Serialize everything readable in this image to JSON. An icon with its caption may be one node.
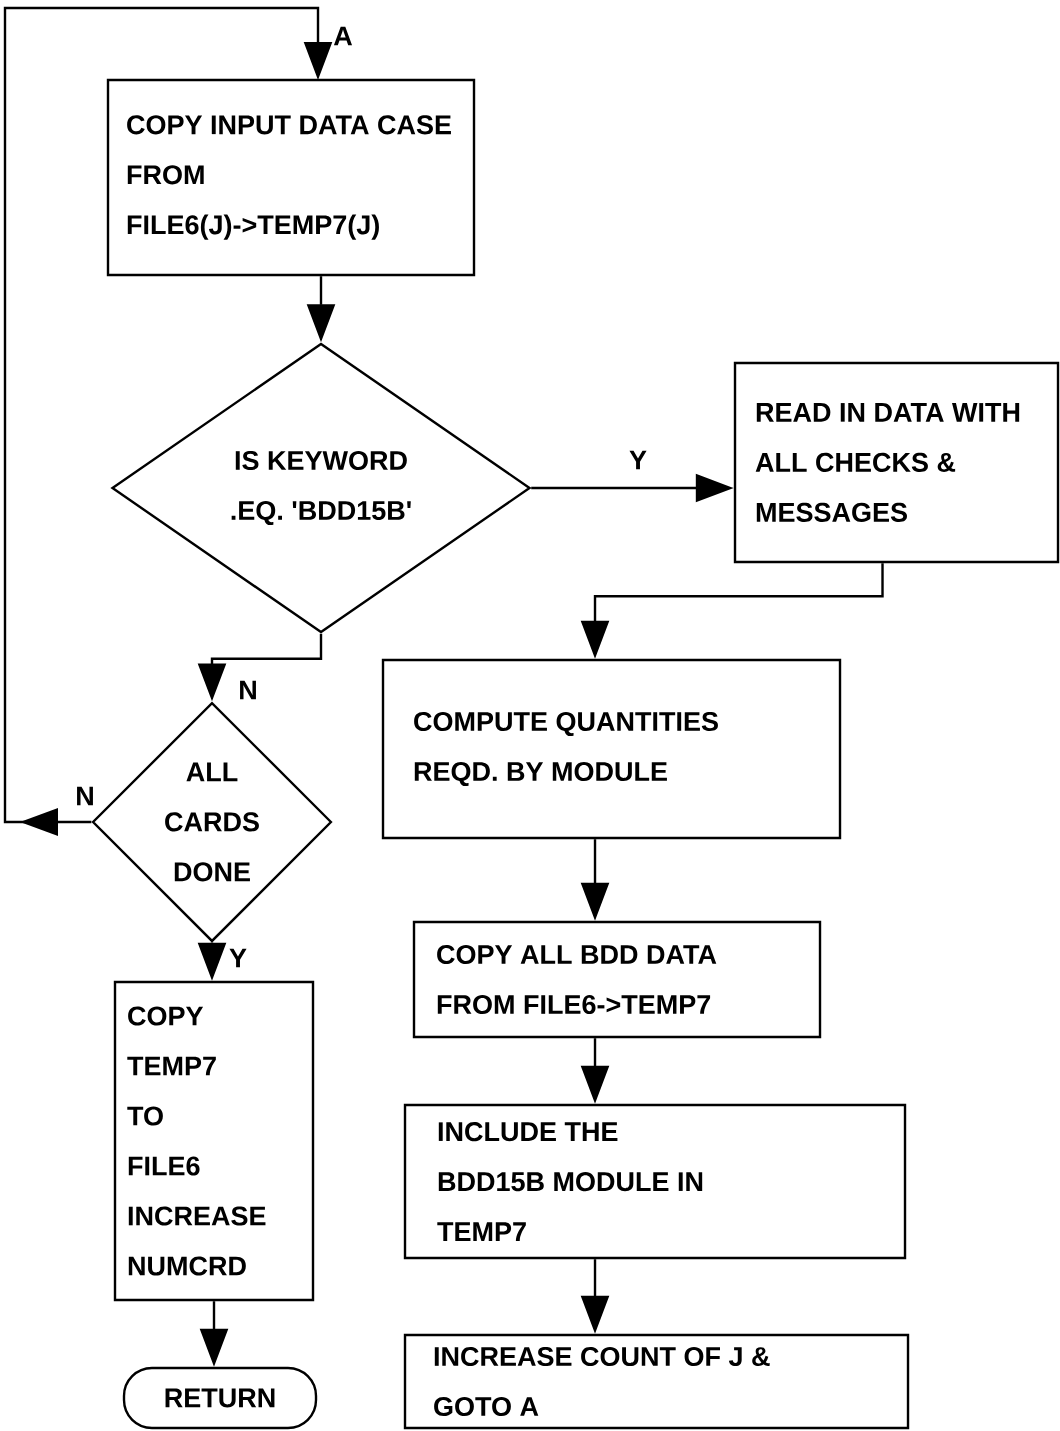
{
  "diagram": {
    "nodes": [
      {
        "text": [
          "COPY INPUT DATA CASE FROM FILE6(J)->TEMP7(J)"
        ]
      },
      {
        "text": [
          "IS KEYWORD .EQ. 'BDD15B'"
        ]
      },
      {
        "text": [
          "READ IN DATA WITH ALL CHECKS & MESSAGES"
        ]
      },
      {
        "text": [
          "COMPUTE QUANTITIES REQD. BY MODULE"
        ]
      },
      {
        "text": [
          "ALL CARDS DONE"
        ]
      },
      {
        "text": [
          "COPY TEMP7 TO FILE6 INCREASE NUMCRD"
        ]
      },
      {
        "text": [
          "COPY ALL BDD DATA FROM FILE6->TEMP7"
        ]
      },
      {
        "text": [
          "INCLUDE THE BDD15B MODULE IN TEMP7"
        ]
      },
      {
        "text": [
          "RETURN"
        ]
      },
      {
        "text": [
          "INCREASE COUNT OF J & GOTO A"
        ]
      }
    ],
    "edges": [
      {
        "from": 0,
        "to": 1,
        "arrow": "to"
      },
      {
        "from": 1,
        "to": 2,
        "arrow": "to",
        "label": "Y"
      },
      {
        "from": 1,
        "to": 4,
        "arrow": "to",
        "label": "N"
      },
      {
        "from": 4,
        "to": 0,
        "arrow": "to",
        "label": "N"
      },
      {
        "from": 4,
        "to": 5,
        "arrow": "to",
        "label": "Y"
      },
      {
        "from": 5,
        "to": 8,
        "arrow": "to"
      },
      {
        "from": 2,
        "to": 3,
        "arrow": "to"
      },
      {
        "from": 3,
        "to": 6,
        "arrow": "to"
      },
      {
        "from": 6,
        "to": 7,
        "arrow": "to"
      },
      {
        "from": 7,
        "to": 9,
        "arrow": "to"
      }
    ],
    "labels": [
      "A"
    ]
  }
}
